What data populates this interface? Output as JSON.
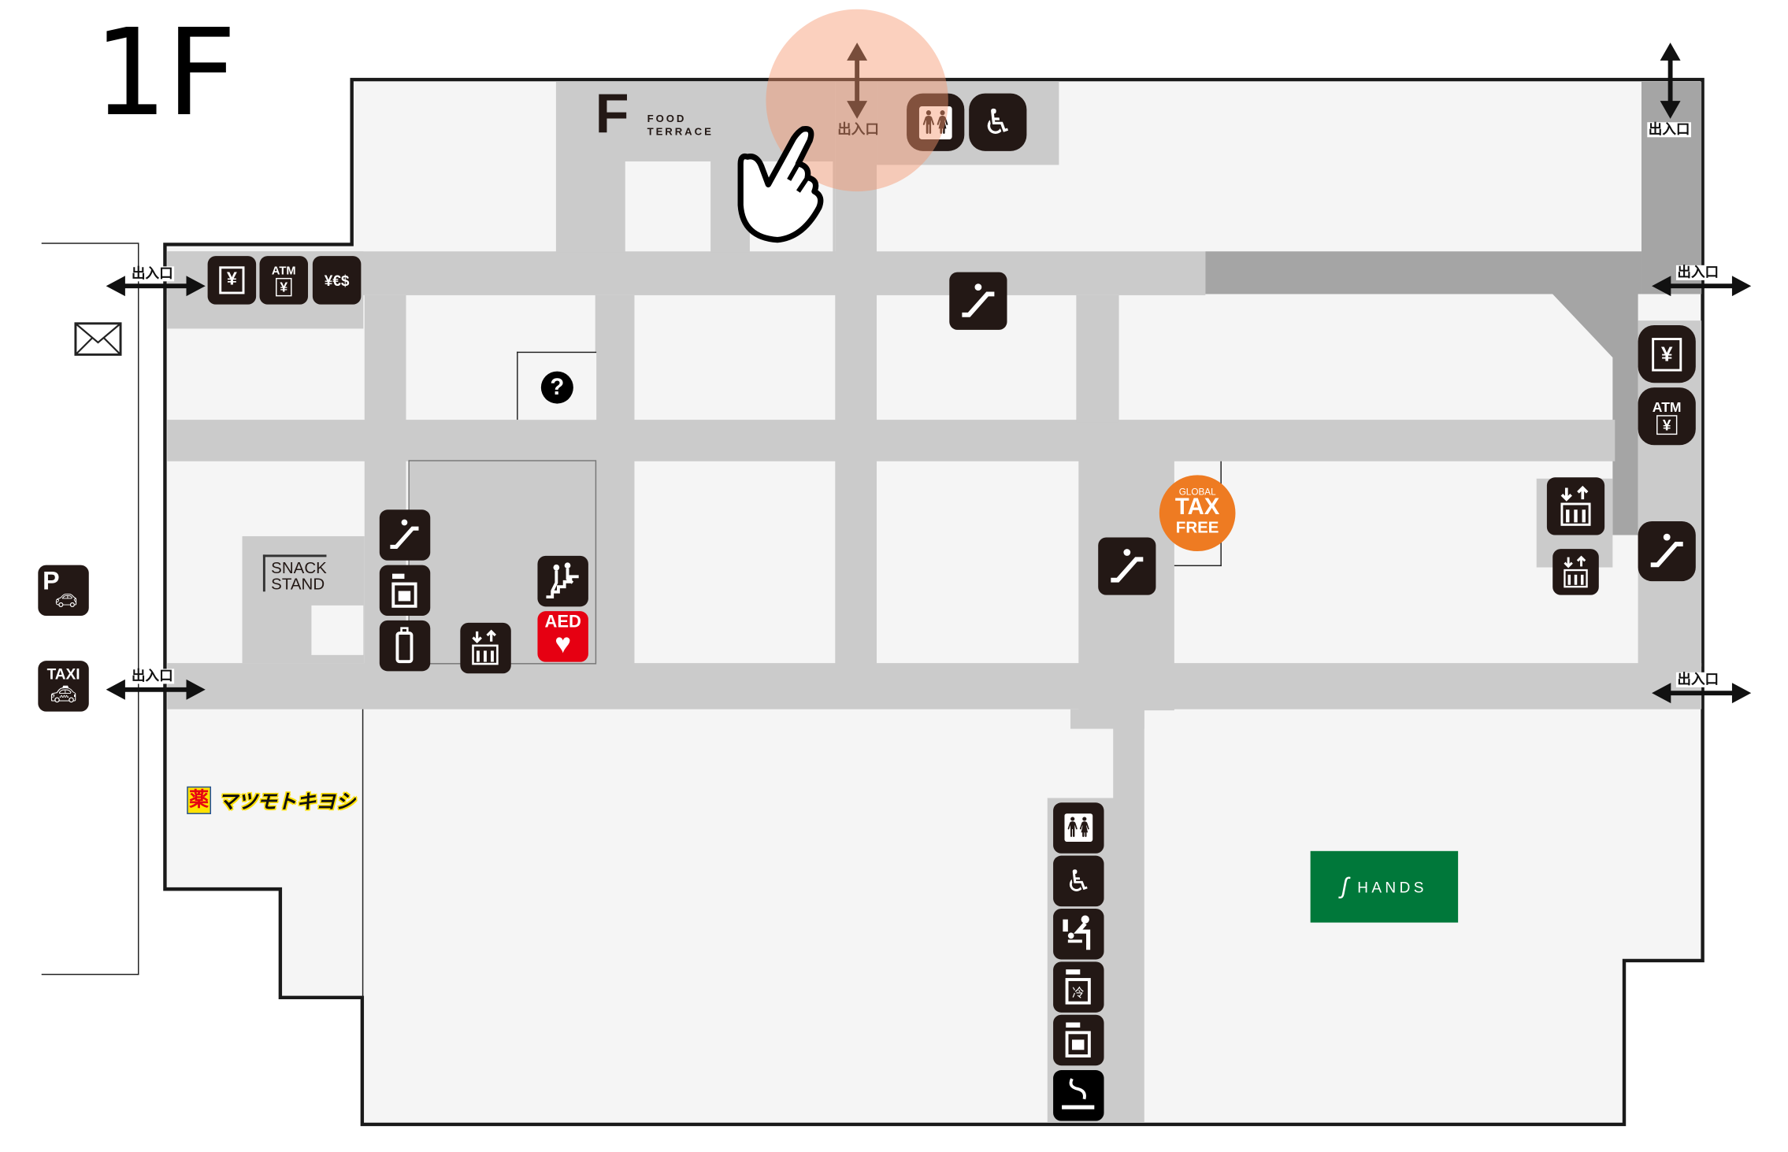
{
  "floor_label": "1F",
  "food_terrace": {
    "mark": "F",
    "line1": "FOOD",
    "line2": "TERRACE"
  },
  "entrance_label": "出入口",
  "entrances": [
    "出入口",
    "出入口",
    "出入口",
    "出入口",
    "出入口",
    "出入口"
  ],
  "atm_label": "ATM",
  "info_label": "?",
  "snack_stand": {
    "line1": "SNACK",
    "line2": "STAND"
  },
  "aed_label": "AED",
  "tax_free": {
    "line1": "GLOBAL",
    "line2": "TAX",
    "line3": "FREE"
  },
  "parking_label": "P",
  "taxi_label": "TAXI",
  "hands": {
    "label": "HANDS",
    "color": "#00783a"
  },
  "matsumoto": {
    "mark": "薬",
    "name": "マツモトキヨシ"
  },
  "cold_locker_mark": "冷",
  "yen": "¥",
  "colors": {
    "corridor": "#cbcbcb",
    "corridor_dark": "#a5a5a5",
    "shop": "#f5f5f5",
    "icon": "#231815",
    "aed": "#e60012",
    "tax_free": "#ee7b22",
    "highlight": "#f7a77f"
  }
}
